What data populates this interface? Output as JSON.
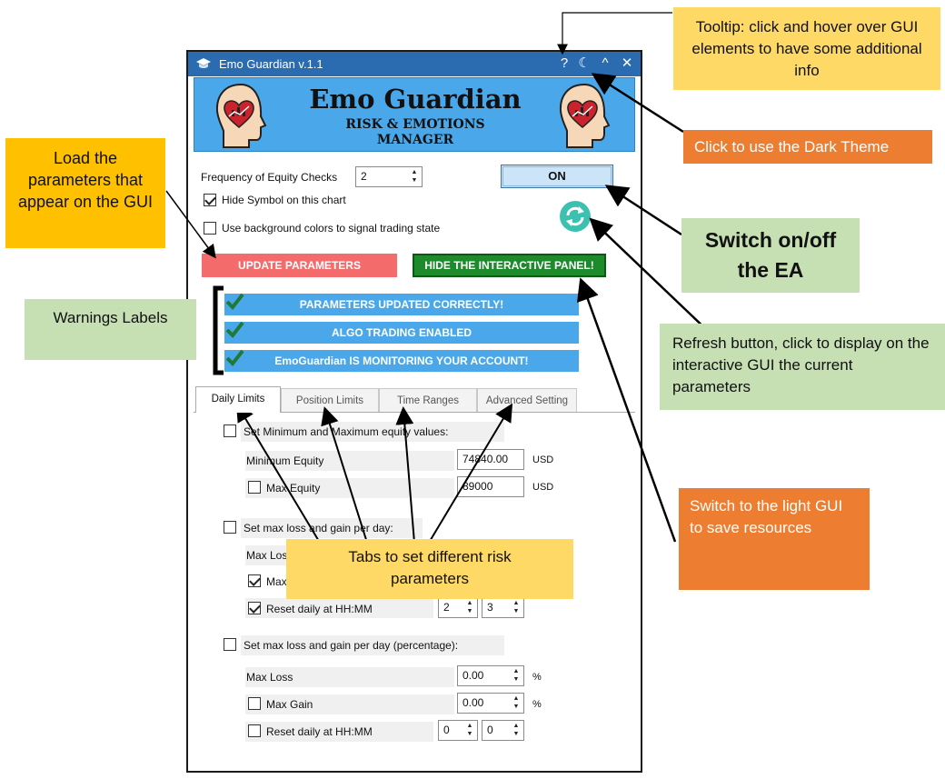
{
  "window": {
    "title": "Emo Guardian v.1.1",
    "controls": {
      "help": "?",
      "theme": "☾",
      "minimize": "^",
      "close": "✕"
    }
  },
  "banner": {
    "title": "Emo Guardian",
    "subtitle_line1": "RISK & EMOTIONS",
    "subtitle_line2": "MANAGER"
  },
  "settings": {
    "freq_label": "Frequency of Equity Checks",
    "freq_value": "2",
    "hide_symbol_label": "Hide Symbol on this chart",
    "hide_symbol_checked": true,
    "bg_colors_label": "Use background colors to signal trading state",
    "bg_colors_checked": false,
    "on_button": "ON"
  },
  "buttons": {
    "update": "UPDATE PARAMETERS",
    "hide_panel": "HIDE THE INTERACTIVE  PANEL!"
  },
  "warnings": [
    "PARAMETERS UPDATED CORRECTLY!",
    "ALGO TRADING ENABLED",
    "EmoGuardian IS MONITORING YOUR ACCOUNT!"
  ],
  "tabs": [
    "Daily Limits",
    "Position Limits",
    "Time Ranges",
    "Advanced Setting"
  ],
  "active_tab": "Daily Limits",
  "daily": {
    "equity_section": "Set  Minimum and Maximum equity values:",
    "min_equity_label": "Minimum Equity",
    "min_equity_value": "74840.00",
    "max_equity_label": "Max Equity",
    "max_equity_value": "89000",
    "currency": "USD",
    "loss_gain_section": "Set max loss and gain per day:",
    "max_loss_label_partial": "Max Los",
    "max_gain_label_partial": "Max",
    "reset_label": "Reset daily at HH:MM",
    "reset_hour": "2",
    "reset_min": "3",
    "pct_section": "Set max loss and gain per day (percentage):",
    "pct_max_loss_label": "Max Loss",
    "pct_max_loss_value": "0.00",
    "pct_max_gain_label": "Max Gain",
    "pct_max_gain_value": "0.00",
    "pct_unit": "%",
    "pct_reset_label": "Reset daily at HH:MM",
    "pct_reset_hour": "0",
    "pct_reset_min": "0"
  },
  "annotations": {
    "tooltip": "Tooltip: click and hover over GUI elements to have some additional info",
    "dark_theme": "Click to use the Dark Theme",
    "load_params": "Load the parameters that appear on the GUI",
    "switch_ea": "Switch on/off the EA",
    "warnings": "Warnings Labels",
    "refresh": "Refresh button, click to display on the interactive GUI the current parameters",
    "light_gui": "Switch to the light GUI to save resources",
    "tabs": "Tabs to set different risk parameters"
  },
  "colors": {
    "titlebar": "#2b6cb0",
    "banner": "#4aa8ea",
    "update_button": "#f36b6b",
    "hide_button": "#1d8a2b",
    "warning_bar": "#4aa8ea",
    "note_yellow": "#ffd966",
    "note_orange": "#ed7d31",
    "note_green": "#c6e0b4"
  }
}
